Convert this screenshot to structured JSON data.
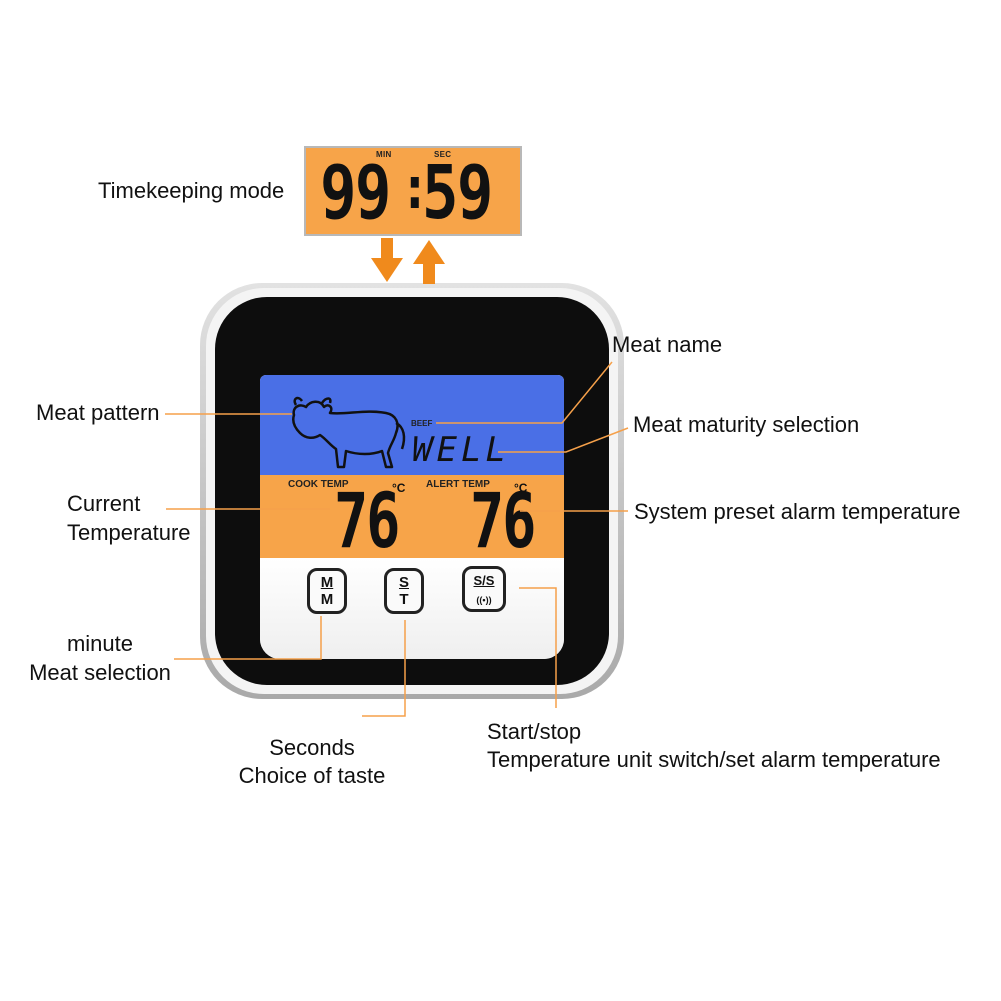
{
  "labels": {
    "timekeeping_mode": "Timekeeping mode",
    "meat_name": "Meat name",
    "meat_pattern": "Meat pattern",
    "meat_maturity_selection": "Meat maturity selection",
    "current_temperature_line1": "Current",
    "current_temperature_line2": "Temperature",
    "system_preset_alarm_temperature": "System preset alarm temperature",
    "minute_meat_line1": "minute",
    "minute_meat_line2": "Meat selection",
    "seconds_line1": "Seconds",
    "seconds_line2": "Choice of taste",
    "startstop_line1": "Start/stop",
    "startstop_line2": "Temperature unit switch/set alarm temperature"
  },
  "timer": {
    "min_label": "MIN",
    "sec_label": "SEC",
    "minutes": "99",
    "separator": ":",
    "seconds": "59"
  },
  "display": {
    "meat": "BEEF",
    "maturity": "WELL",
    "cook_temp_label": "COOK TEMP",
    "alert_temp_label": "ALERT TEMP",
    "cook_temp_value": "76",
    "alert_temp_value": "76",
    "unit": "°C"
  },
  "buttons": {
    "mm": {
      "top": "M",
      "bottom": "M"
    },
    "st": {
      "top": "S",
      "bottom": "T"
    },
    "ss": {
      "top": "S/S",
      "bottom": "((•))"
    }
  },
  "colors": {
    "orange_accent": "#f7a449",
    "arrow_orange": "#f08a1c",
    "screen_blue": "#4a6fe6",
    "bezel_black": "#0d0d0d"
  }
}
